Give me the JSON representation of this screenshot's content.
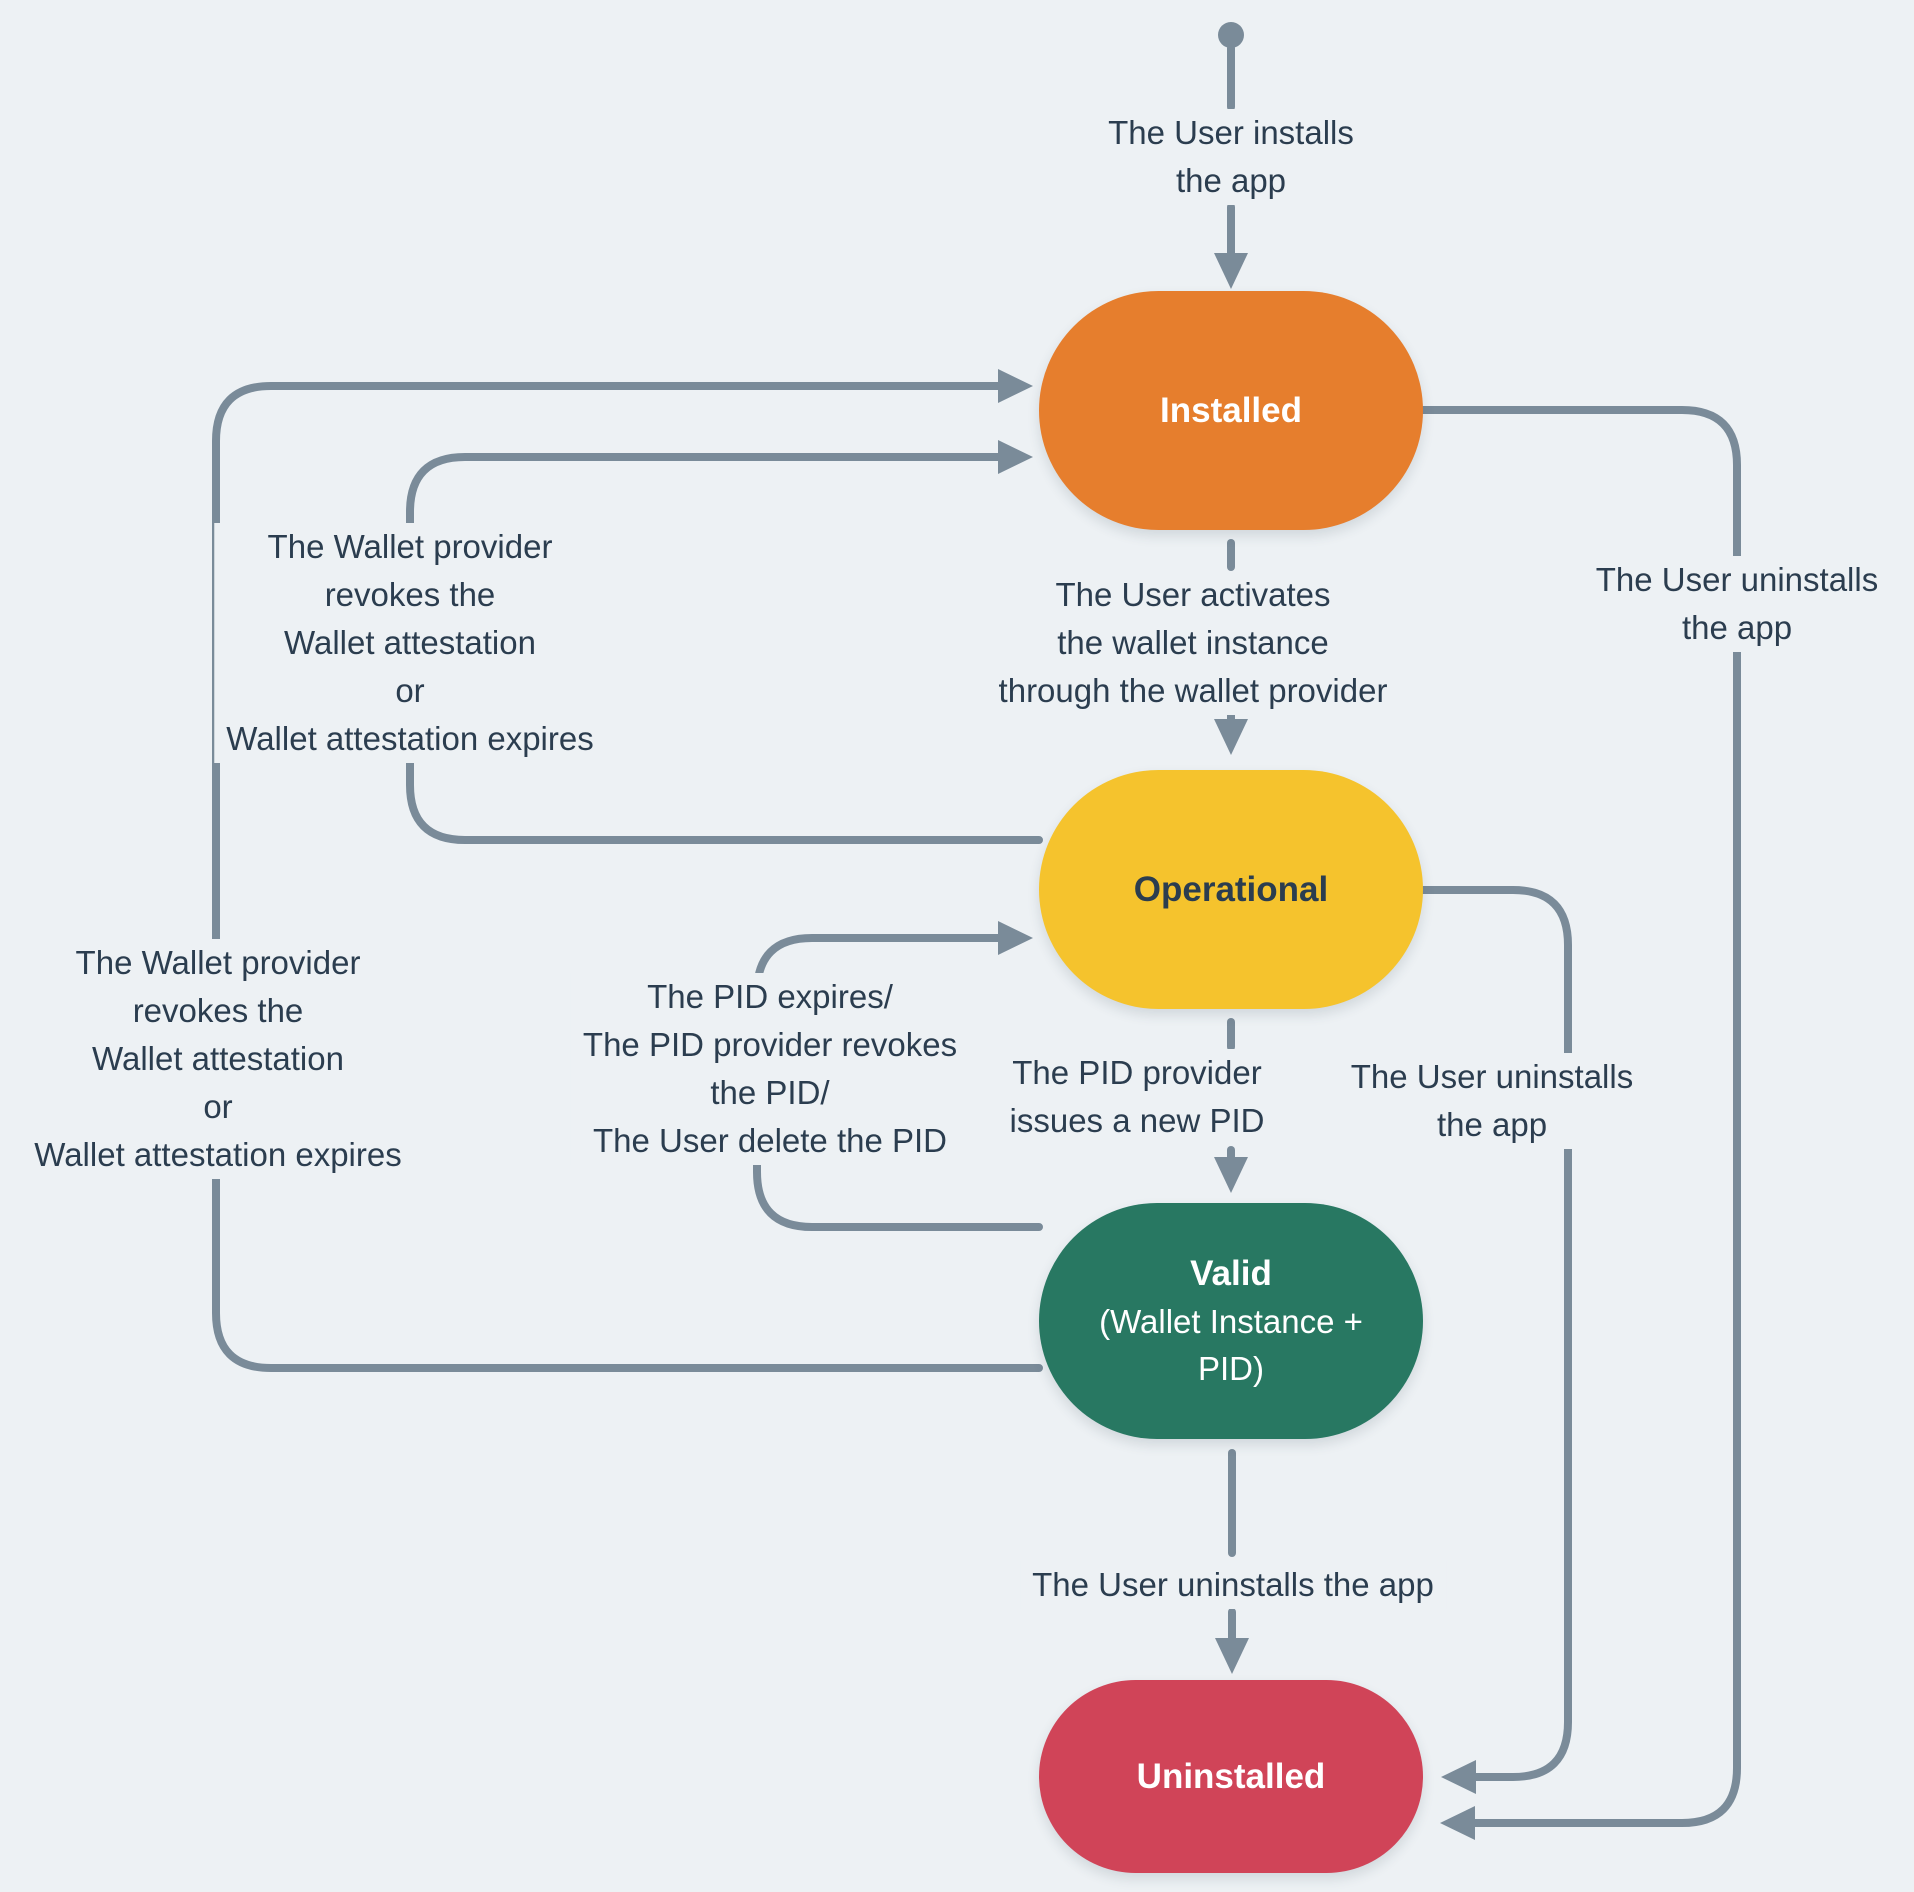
{
  "diagram": {
    "type": "state-diagram",
    "nodes": {
      "start": {
        "shape": "filled-circle"
      },
      "installed": {
        "label": "Installed"
      },
      "operational": {
        "label": "Operational"
      },
      "valid": {
        "title": "Valid",
        "lines": [
          "(Wallet Instance +",
          "PID)"
        ]
      },
      "uninstalled": {
        "label": "Uninstalled"
      }
    },
    "labels": {
      "install": [
        "The User installs",
        "the app"
      ],
      "activate": [
        "The User activates",
        "the wallet instance",
        "through the wallet provider"
      ],
      "revoke_inner": [
        "The Wallet provider",
        "revokes the",
        "Wallet attestation",
        "or",
        "Wallet attestation expires"
      ],
      "revoke_outer": [
        "The Wallet provider",
        "revokes the",
        "Wallet attestation",
        "or",
        "Wallet attestation expires"
      ],
      "pid_expires": [
        "The PID expires/",
        "The PID provider revokes",
        "the PID/",
        "The User delete the PID"
      ],
      "new_pid": [
        "The PID provider",
        "issues a new PID"
      ],
      "uninstall_top_right": [
        "The User uninstalls",
        "the app"
      ],
      "uninstall_mid_right": [
        "The User uninstalls",
        "the app"
      ],
      "uninstall_bottom": [
        "The User uninstalls the app"
      ]
    },
    "transitions": [
      {
        "from": "start",
        "to": "Installed",
        "label": "The User installs the app"
      },
      {
        "from": "Installed",
        "to": "Operational",
        "label": "The User activates the wallet instance through the wallet provider"
      },
      {
        "from": "Operational",
        "to": "Installed",
        "label": "The Wallet provider revokes the Wallet attestation or Wallet attestation expires"
      },
      {
        "from": "Operational",
        "to": "Valid (Wallet Instance + PID)",
        "label": "The PID provider issues a new PID"
      },
      {
        "from": "Valid (Wallet Instance + PID)",
        "to": "Operational",
        "label": "The PID expires/ The PID provider revokes the PID/ The User delete the PID"
      },
      {
        "from": "Valid (Wallet Instance + PID)",
        "to": "Installed",
        "label": "The Wallet provider revokes the Wallet attestation or Wallet attestation expires"
      },
      {
        "from": "Valid (Wallet Instance + PID)",
        "to": "Uninstalled",
        "label": "The User uninstalls the app"
      },
      {
        "from": "Operational",
        "to": "Uninstalled",
        "label": "The User uninstalls the app"
      },
      {
        "from": "Installed",
        "to": "Uninstalled",
        "label": "The User uninstalls the app"
      }
    ],
    "colors": {
      "background": "#EDF1F4",
      "line": "#7A8B99",
      "text": "#2B3D4F",
      "installed": "#E67E2D",
      "operational": "#F5C32D",
      "valid": "#287862",
      "uninstalled": "#D04458",
      "node_text_light": "#FFFFFF"
    }
  }
}
